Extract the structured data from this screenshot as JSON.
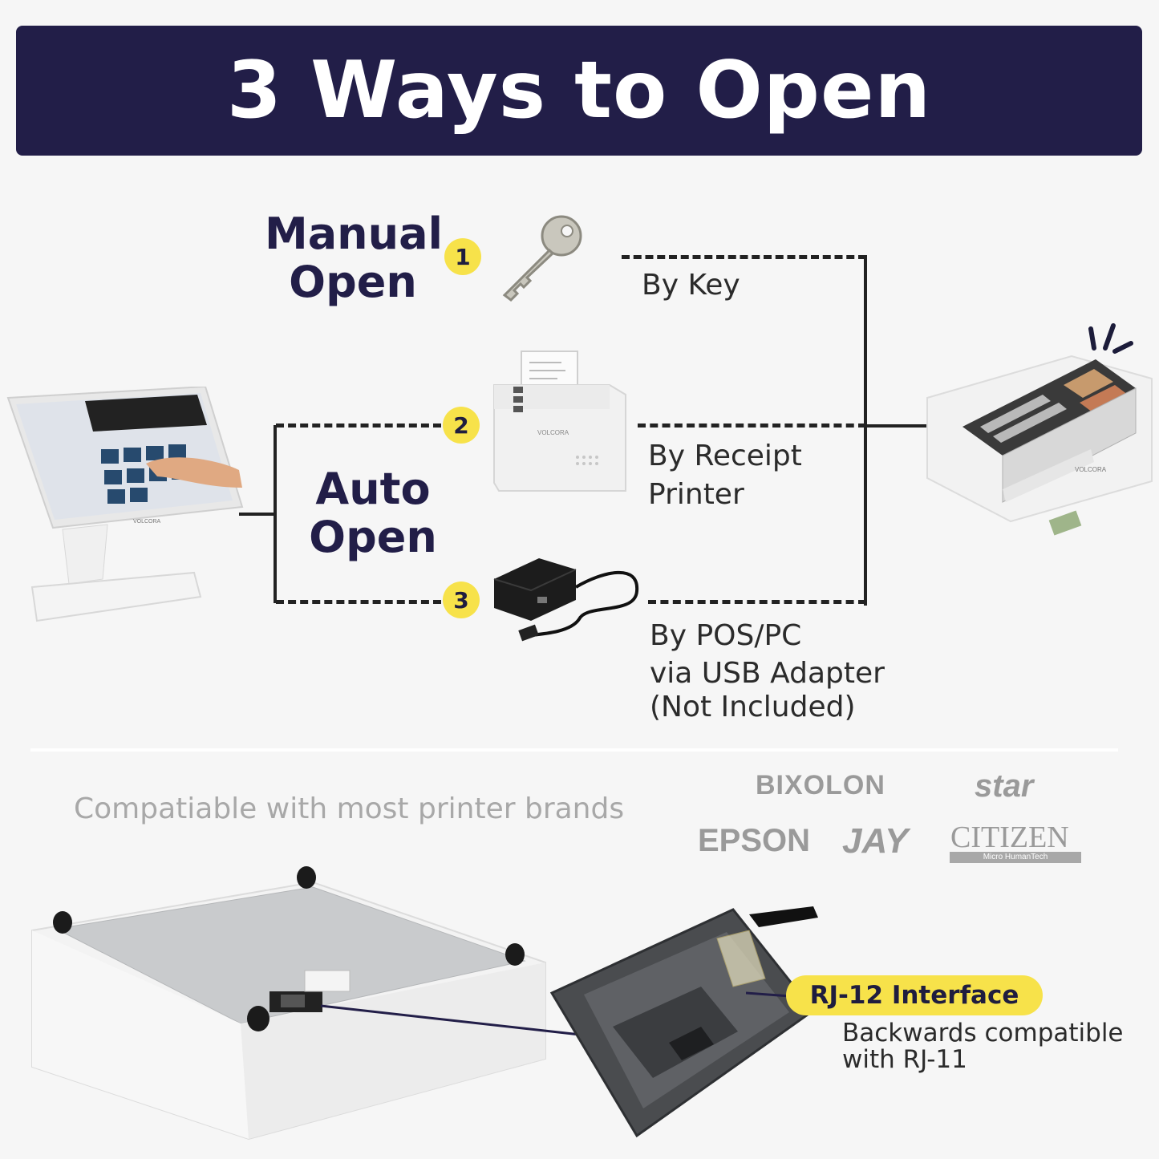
{
  "banner": {
    "title": "3 Ways to Open"
  },
  "methods": {
    "manual": {
      "heading_line1": "Manual",
      "heading_line2": "Open",
      "badge": "1",
      "label": "By Key"
    },
    "auto": {
      "heading_line1": "Auto",
      "heading_line2": "Open"
    },
    "printer": {
      "badge": "2",
      "label_line1": "By Receipt",
      "label_line2": "Printer",
      "brand_text": "VOLCORA"
    },
    "usb": {
      "badge": "3",
      "label_line1": "By POS/PC",
      "label_line2": "via USB Adapter",
      "label_line3": "(Not Included)"
    }
  },
  "devices": {
    "pos_brand": "VOLCORA",
    "drawer_brand": "VOLCORA"
  },
  "compatibility": {
    "text": "Compatiable with most printer brands",
    "brands": {
      "bixolon": "BIXOLON",
      "star": "star",
      "epson": "EPSON",
      "jay": "JAY",
      "citizen": "CITIZEN",
      "citizen_sub": "Micro HumanTech"
    }
  },
  "interface": {
    "title": "RJ-12 Interface",
    "sub_line1": "Backwards compatible",
    "sub_line2": "with RJ-11"
  },
  "colors": {
    "banner_bg": "#221e48",
    "accent_yellow": "#f7e24a",
    "heading_text": "#221e48"
  }
}
